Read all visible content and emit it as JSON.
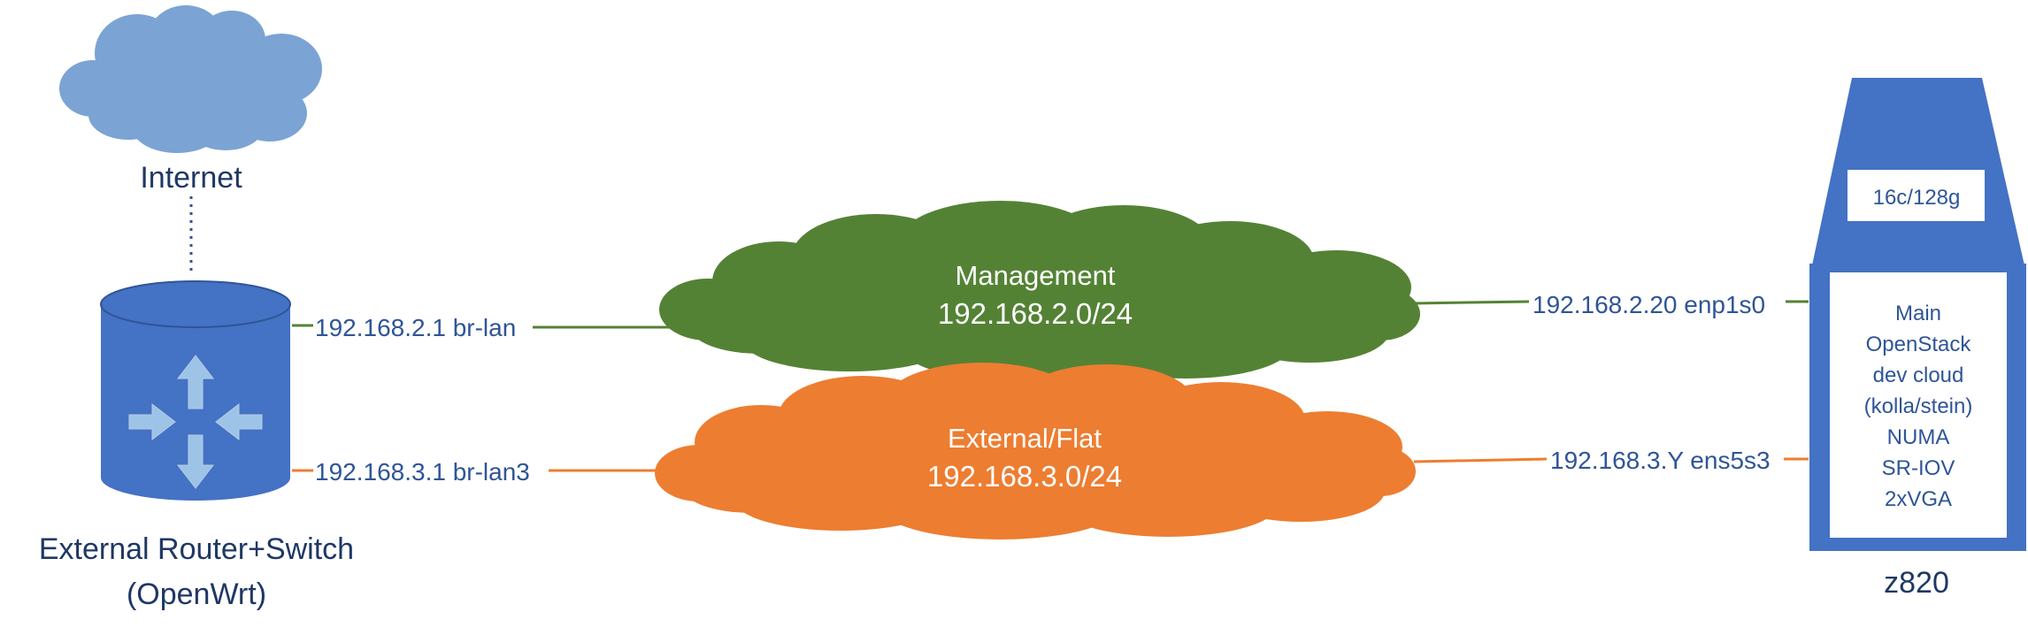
{
  "internet": {
    "label": "Internet"
  },
  "router": {
    "label_line1": "External Router+Switch",
    "label_line2": "(OpenWrt)",
    "port_mgmt": "192.168.2.1 br-lan",
    "port_ext": "192.168.3.1 br-lan3"
  },
  "networks": {
    "management": {
      "name": "Management",
      "cidr": "192.168.2.0/24",
      "color": "#548235"
    },
    "external": {
      "name": "External/Flat",
      "cidr": "192.168.3.0/24",
      "color": "#ed7d31"
    }
  },
  "server": {
    "name": "z820",
    "spec": "16c/128g",
    "roles": [
      "Main",
      "OpenStack",
      "dev cloud",
      "(kolla/stein)",
      "NUMA",
      "SR-IOV",
      "2xVGA"
    ],
    "port_mgmt": "192.168.2.20 enp1s0",
    "port_ext": "192.168.3.Y ens5s3"
  },
  "colors": {
    "device_blue": "#4472c4",
    "cloud_blue": "#7ba3d4",
    "label_blue": "#2f5597",
    "label_dark": "#1f3864"
  }
}
